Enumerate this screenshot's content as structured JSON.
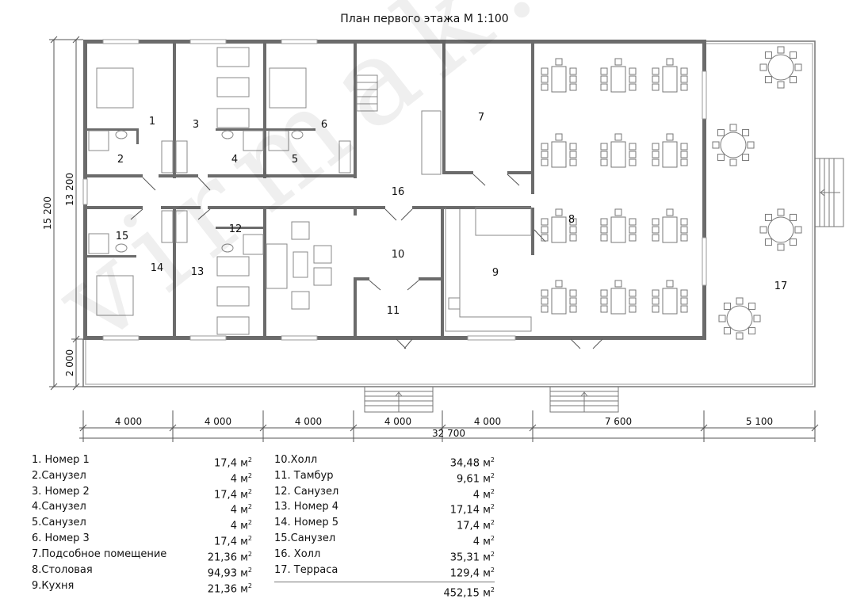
{
  "title": "План первого этажа М 1:100",
  "watermark": "virmak.ru",
  "rooms": [
    {
      "num": "1"
    },
    {
      "num": "2"
    },
    {
      "num": "3"
    },
    {
      "num": "4"
    },
    {
      "num": "5"
    },
    {
      "num": "6"
    },
    {
      "num": "7"
    },
    {
      "num": "8"
    },
    {
      "num": "9"
    },
    {
      "num": "10"
    },
    {
      "num": "11"
    },
    {
      "num": "12"
    },
    {
      "num": "13"
    },
    {
      "num": "14"
    },
    {
      "num": "15"
    },
    {
      "num": "16"
    },
    {
      "num": "17"
    }
  ],
  "dimensions": {
    "vertical": [
      "15 200",
      "13 200",
      "2 000"
    ],
    "horizontal": [
      "4 000",
      "4 000",
      "4 000",
      "4 000",
      "4 000",
      "7 600",
      "5 100"
    ],
    "total": "32 700"
  },
  "legend": [
    {
      "name": "1. Номер 1",
      "area": "17,4 м",
      "sup": "2"
    },
    {
      "name": "2.Санузел",
      "area": "4 м",
      "sup": "2"
    },
    {
      "name": "3. Номер 2",
      "area": "17,4 м",
      "sup": "2"
    },
    {
      "name": "4.Санузел",
      "area": "4 м",
      "sup": "2"
    },
    {
      "name": "5.Санузел",
      "area": "4 м",
      "sup": "2"
    },
    {
      "name": "6. Номер 3",
      "area": "17,4 м",
      "sup": "2"
    },
    {
      "name": "7.Подсобное помещение",
      "area": "21,36 м",
      "sup": "2"
    },
    {
      "name": "8.Столовая",
      "area": "94,93 м",
      "sup": "2"
    },
    {
      "name": "9.Кухня",
      "area": "21,36 м",
      "sup": "2"
    },
    {
      "name": "10.Холл",
      "area": "34,48 м",
      "sup": "2"
    },
    {
      "name": "11. Тамбур",
      "area": "9,61 м",
      "sup": "2"
    },
    {
      "name": "12. Санузел",
      "area": "4 м",
      "sup": "2"
    },
    {
      "name": "13. Номер 4",
      "area": "17,14 м",
      "sup": "2"
    },
    {
      "name": "14. Номер 5",
      "area": "17,4 м",
      "sup": "2"
    },
    {
      "name": "15.Санузел",
      "area": "4 м",
      "sup": "2"
    },
    {
      "name": "16. Холл",
      "area": "35,31 м",
      "sup": "2"
    },
    {
      "name": "17. Терраса",
      "area": "129,4 м",
      "sup": "2"
    }
  ],
  "total_area": {
    "value": "452,15 м",
    "sup": "2"
  }
}
